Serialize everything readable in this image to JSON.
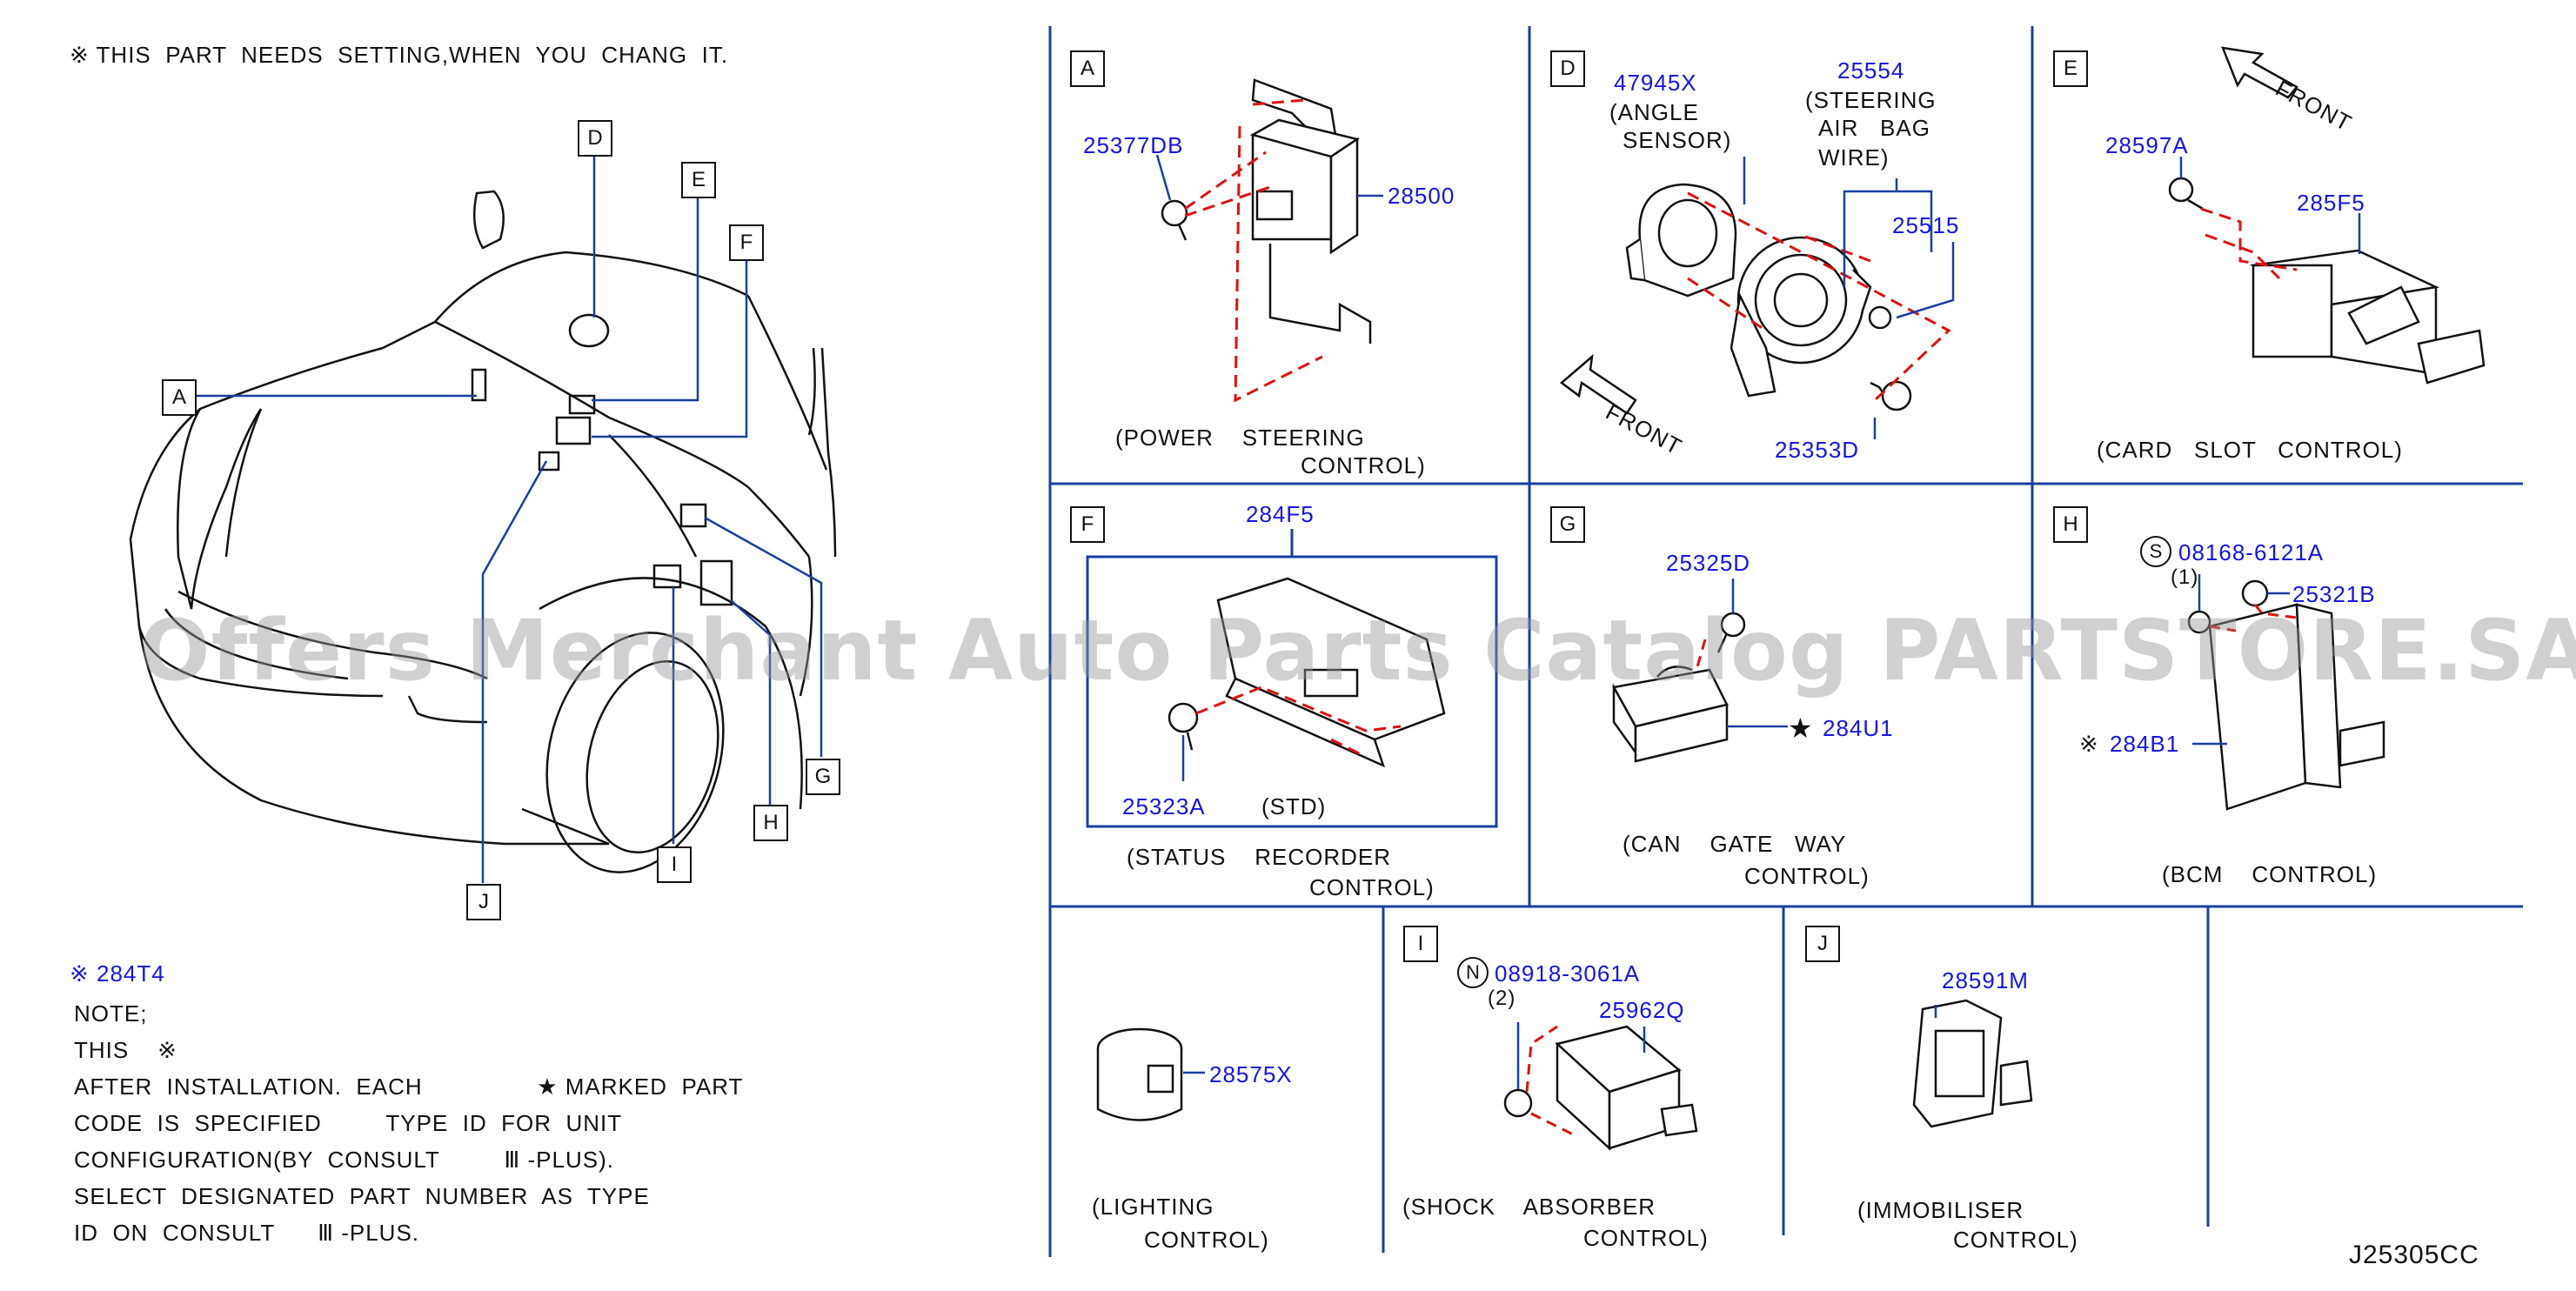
{
  "header_note": "※ THIS  PART  NEEDS  SETTING,WHEN  YOU  CHANG  IT.",
  "overview_labels": [
    "A",
    "D",
    "E",
    "F",
    "G",
    "H",
    "I",
    "J"
  ],
  "note": {
    "mark_part": "※ 284T4",
    "lines": [
      "NOTE;",
      "THIS    ※",
      "AFTER  INSTALLATION.  EACH                ★ MARKED  PART",
      "CODE  IS  SPECIFIED         TYPE  ID  FOR  UNIT",
      "CONFIGURATION(BY  CONSULT         Ⅲ -PLUS).",
      "SELECT  DESIGNATED  PART  NUMBER  AS  TYPE",
      "ID  ON  CONSULT      Ⅲ -PLUS."
    ]
  },
  "panels": {
    "A": {
      "label": "A",
      "parts": [
        "25377DB",
        "28500"
      ],
      "caption1": "(POWER    STEERING",
      "caption2": "CONTROL)"
    },
    "D": {
      "label": "D",
      "parts": [
        "47945X",
        "25554",
        "25515",
        "25353D"
      ],
      "desc1": "(ANGLE",
      "desc2": "SENSOR)",
      "desc3": "(STEERING",
      "desc4": "AIR   BAG",
      "desc5": "WIRE)",
      "front": "FRONT"
    },
    "E": {
      "label": "E",
      "parts": [
        "28597A",
        "285F5"
      ],
      "caption": "(CARD   SLOT   CONTROL)",
      "front": "FRONT"
    },
    "F": {
      "label": "F",
      "parts": [
        "284F5",
        "25323A"
      ],
      "std": "(STD)",
      "caption1": "(STATUS    RECORDER",
      "caption2": "CONTROL)"
    },
    "G": {
      "label": "G",
      "parts": [
        "25325D",
        "284U1"
      ],
      "star": "★",
      "caption1": "(CAN    GATE   WAY",
      "caption2": "CONTROL)"
    },
    "H": {
      "label": "H",
      "parts": [
        "08168-6121A",
        "25321B",
        "284B1"
      ],
      "qty": "(1)",
      "mark": "※",
      "circle": "S",
      "caption": "(BCM    CONTROL)"
    },
    "I_lighting": {
      "parts": [
        "28575X"
      ],
      "caption1": "(LIGHTING",
      "caption2": "CONTROL)"
    },
    "I": {
      "label": "I",
      "parts": [
        "08918-3061A",
        "25962Q"
      ],
      "qty": "(2)",
      "circle": "N",
      "caption1": "(SHOCK    ABSORBER",
      "caption2": "CONTROL)"
    },
    "J": {
      "label": "J",
      "parts": [
        "28591M"
      ],
      "caption1": "(IMMOBILISER",
      "caption2": "CONTROL)"
    }
  },
  "diagram_code": "J25305CC",
  "watermark": "Offers Merchant Auto Parts Catalog PARTSTORE.SA",
  "colors": {
    "part_number": "#1414e6",
    "leader_line": "#1a3fa0",
    "dashed": "#e01010",
    "grid": "#1a3fa0"
  }
}
